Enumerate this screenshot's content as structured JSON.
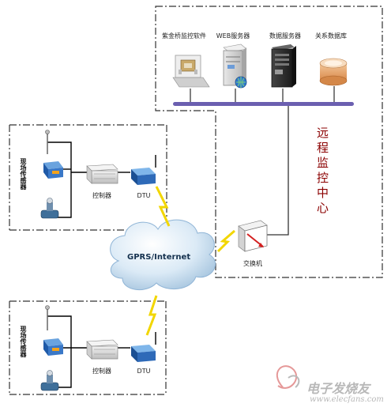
{
  "monitoring_center": {
    "title": "远程监控中心",
    "servers": [
      {
        "label": "紫金桥监控软件",
        "icon": "monitor-software-icon"
      },
      {
        "label": "WEB服务器",
        "icon": "web-server-icon"
      },
      {
        "label": "数据服务器",
        "icon": "data-server-icon"
      },
      {
        "label": "关系数据库",
        "icon": "database-icon"
      }
    ],
    "switch_label": "交换机"
  },
  "network": {
    "cloud_label": "GPRS/Internet"
  },
  "sites": [
    {
      "sensor_label": "现场传感器",
      "controller_label": "控制器",
      "dtu_label": "DTU"
    },
    {
      "sensor_label": "现场传感器",
      "controller_label": "控制器",
      "dtu_label": "DTU"
    }
  ],
  "watermark": {
    "logo_text": "电子发烧友",
    "url": "www.elecfans.com"
  },
  "colors": {
    "bus": "#6b5fb0",
    "dashed_border": "#333333",
    "title_red": "#8b0000",
    "lightning": "#f2d600",
    "cloud": "#cfe4f4"
  }
}
